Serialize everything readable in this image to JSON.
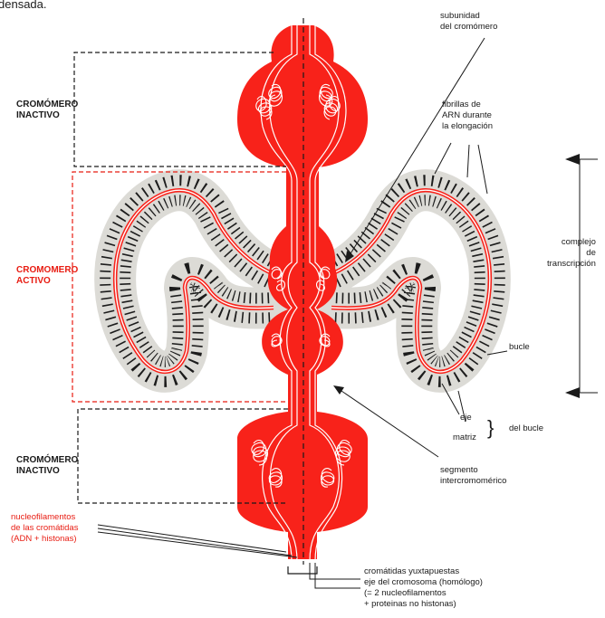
{
  "caption_fragment": "densada.",
  "labels": {
    "cromomero_inactivo_top": "CROMÓMERO\nINACTIVO",
    "cromomero_activo": "CROMOMERO\nACTIVO",
    "cromomero_inactivo_bottom": "CROMÓMERO\nINACTIVO",
    "nucleofilamentos": "nucleofilamentos\nde las cromátidas\n(ADN + histonas)",
    "subunidad": "subunidad\ndel cromómero",
    "fibrillas": "fibrillas de\nARN durante\nla elongación",
    "complejo": "complejo\nde\ntranscripción",
    "bucle": "bucle",
    "eje": "eje",
    "matriz": "matriz",
    "brace": "}",
    "del_bucle": "del bucle",
    "segmento": "segmento\nintercromomérico",
    "cromatidas": "cromátidas yuxtapuestas\neje del cromosoma (homólogo)\n(= 2 nucleofilamentos\n+ proteinas no histonas)"
  },
  "colors": {
    "chromosome_red": "#f8221a",
    "loop_fill": "#dcdbd6",
    "fibril": "#1c1c1c",
    "label_red": "#e81c12"
  }
}
